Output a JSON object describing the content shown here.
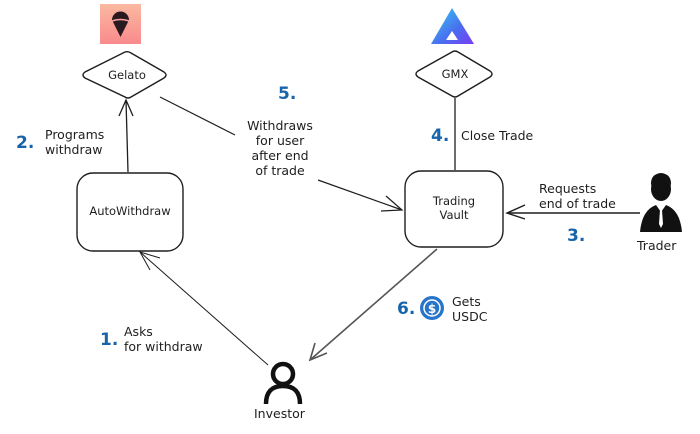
{
  "nodes": {
    "gelato": {
      "label": "Gelato",
      "logo": "gelato-icecream-logo"
    },
    "gmx": {
      "label": "GMX",
      "logo": "gmx-triangle-logo"
    },
    "auto_withdraw": {
      "label": "AutoWithdraw"
    },
    "trading_vault": {
      "label": "Trading Vault"
    },
    "trader": {
      "label": "Trader",
      "icon": "businessman-icon"
    },
    "investor": {
      "label": "Investor",
      "icon": "person-outline-icon"
    }
  },
  "steps": [
    {
      "number": "1.",
      "text": "Asks\nfor withdraw"
    },
    {
      "number": "2.",
      "text": "Programs\nwithdraw"
    },
    {
      "number": "3.",
      "text": "Requests\nend of trade"
    },
    {
      "number": "4.",
      "text": "Close Trade"
    },
    {
      "number": "5.",
      "text": "Withdraws\nfor user\nafter end\nof trade"
    },
    {
      "number": "6.",
      "text": "Gets\nUSDC",
      "icon": "usdc-coin-icon"
    }
  ],
  "colors": {
    "step_number": "#1864ab",
    "stroke": "#1e1e1e",
    "usdc": "#2775ca"
  }
}
